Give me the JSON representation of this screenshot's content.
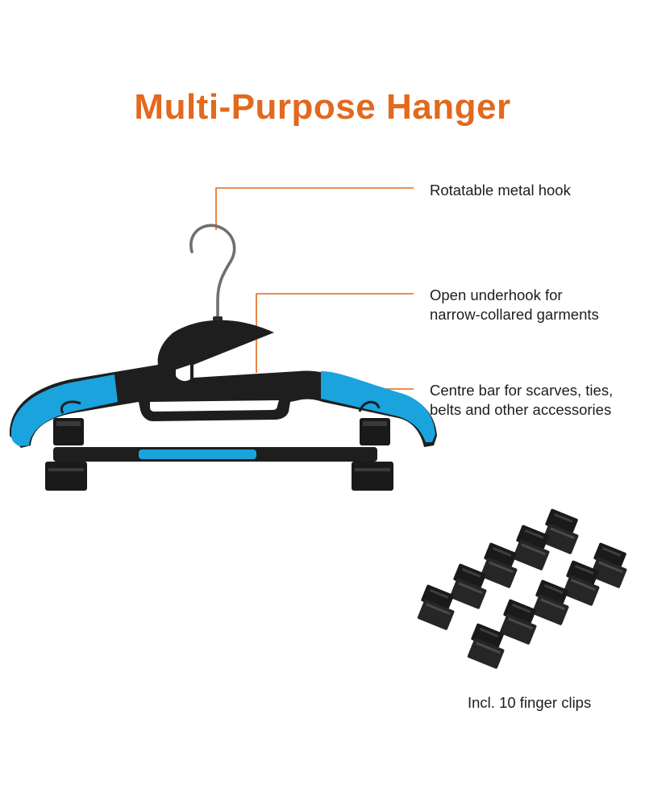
{
  "title": "Multi-Purpose Hanger",
  "callouts": [
    {
      "lines": [
        "Rotatable metal hook"
      ]
    },
    {
      "lines": [
        "Open underhook for",
        "narrow-collared garments"
      ]
    },
    {
      "lines": [
        "Centre bar for scarves, ties,",
        "belts and other accessories"
      ]
    }
  ],
  "clips_caption": "Incl. 10 finger clips",
  "colors": {
    "title": "#E2691E",
    "leader": "#E2691E",
    "hanger_body": "#1e1e1e",
    "hanger_accent": "#1aa3dc",
    "hook": "#6f6f6f",
    "clip": "#1a1a1a"
  },
  "icons": [
    "hanger-illustration",
    "finger-clip-icon"
  ]
}
